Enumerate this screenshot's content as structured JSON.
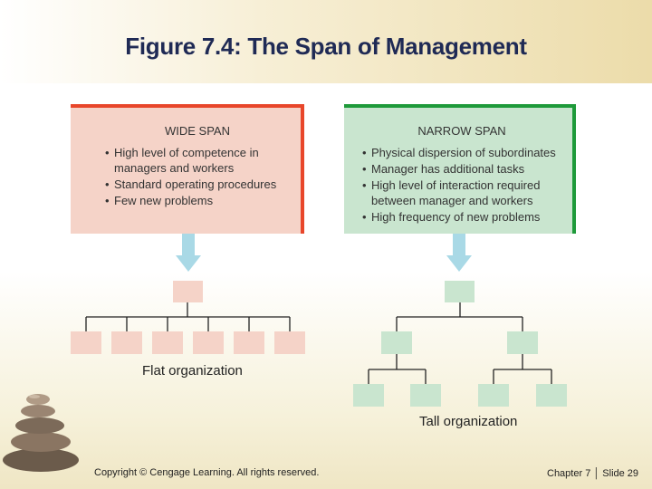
{
  "title": "Figure 7.4: The Span of Management",
  "wide_span": {
    "heading": "WIDE SPAN",
    "items": [
      "High level of competence in managers and workers",
      "Standard operating procedures",
      "Few new problems"
    ]
  },
  "narrow_span": {
    "heading": "NARROW SPAN",
    "items": [
      "Physical dispersion of subordinates",
      "Manager has additional tasks",
      "High level of interaction required between manager and workers",
      "High frequency of new problems"
    ]
  },
  "flat_label": "Flat organization",
  "tall_label": "Tall organization",
  "footer": {
    "copyright": "Copyright © Cengage Learning. All rights reserved.",
    "chapter": "Chapter 7 │ Slide 29"
  },
  "colors": {
    "wide_fill": "#f5d3c8",
    "wide_border": "#e8462a",
    "narrow_fill": "#c9e5cf",
    "narrow_border": "#1e9a3a",
    "arrow": "#a9d9e6",
    "title": "#1f2a55"
  }
}
